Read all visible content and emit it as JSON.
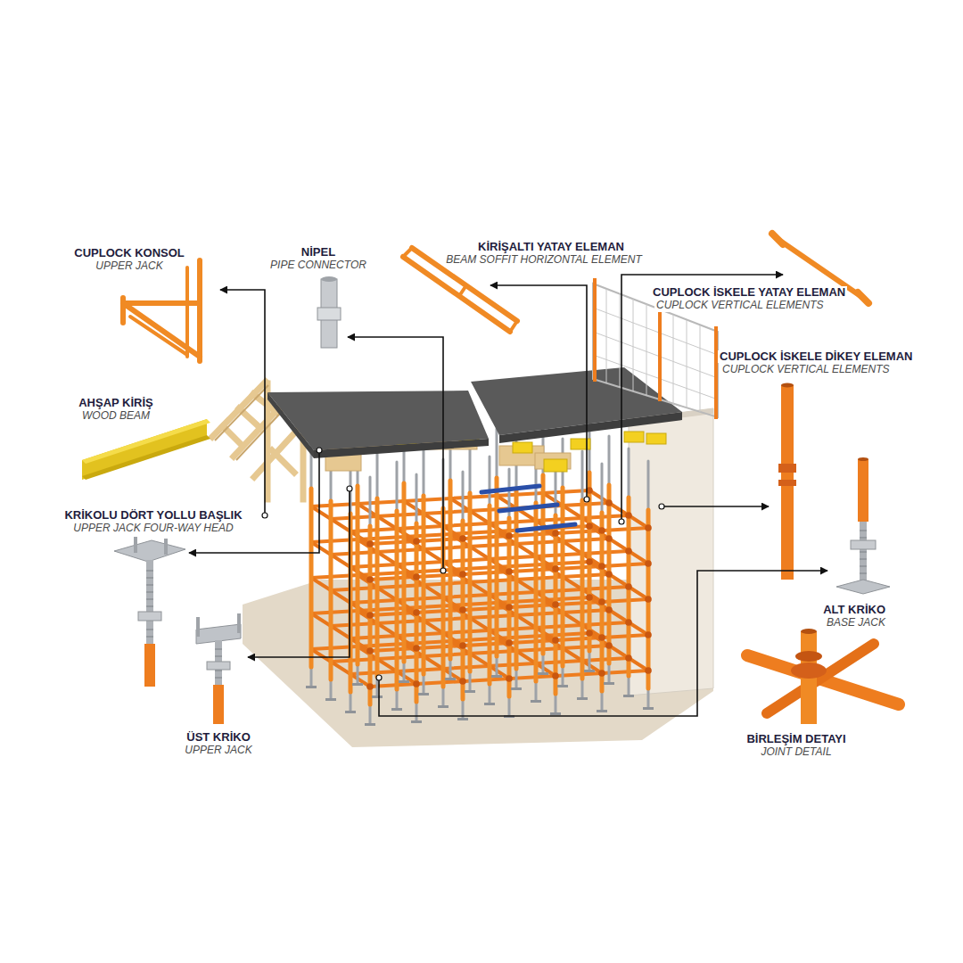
{
  "diagram": {
    "labels": [
      "CUPLOCK KONSOL",
      "UPPER JACK",
      "NİPEL",
      "PIPE CONNECTOR",
      "KİRİŞALTI YATAY ELEMAN",
      "BEAM SOFFIT HORIZONTAL ELEMENT",
      "CUPLOCK İSKELE YATAY ELEMAN",
      "CUPLOCK VERTICAL ELEMENTS",
      "CUPLOCK İSKELE DİKEY ELEMAN",
      "CUPLOCK VERTICAL ELEMENTS",
      "AHŞAP KİRİŞ",
      "WOOD BEAM",
      "KRİKOLU DÖRT YOLLU BAŞLIK",
      "UPPER JACK FOUR-WAY HEAD",
      "ALT KRİKO",
      "BASE JACK",
      "BİRLEŞİM DETAYI",
      "JOINT DETAIL",
      "ÜST KRİKO",
      "UPPER JACK"
    ]
  }
}
